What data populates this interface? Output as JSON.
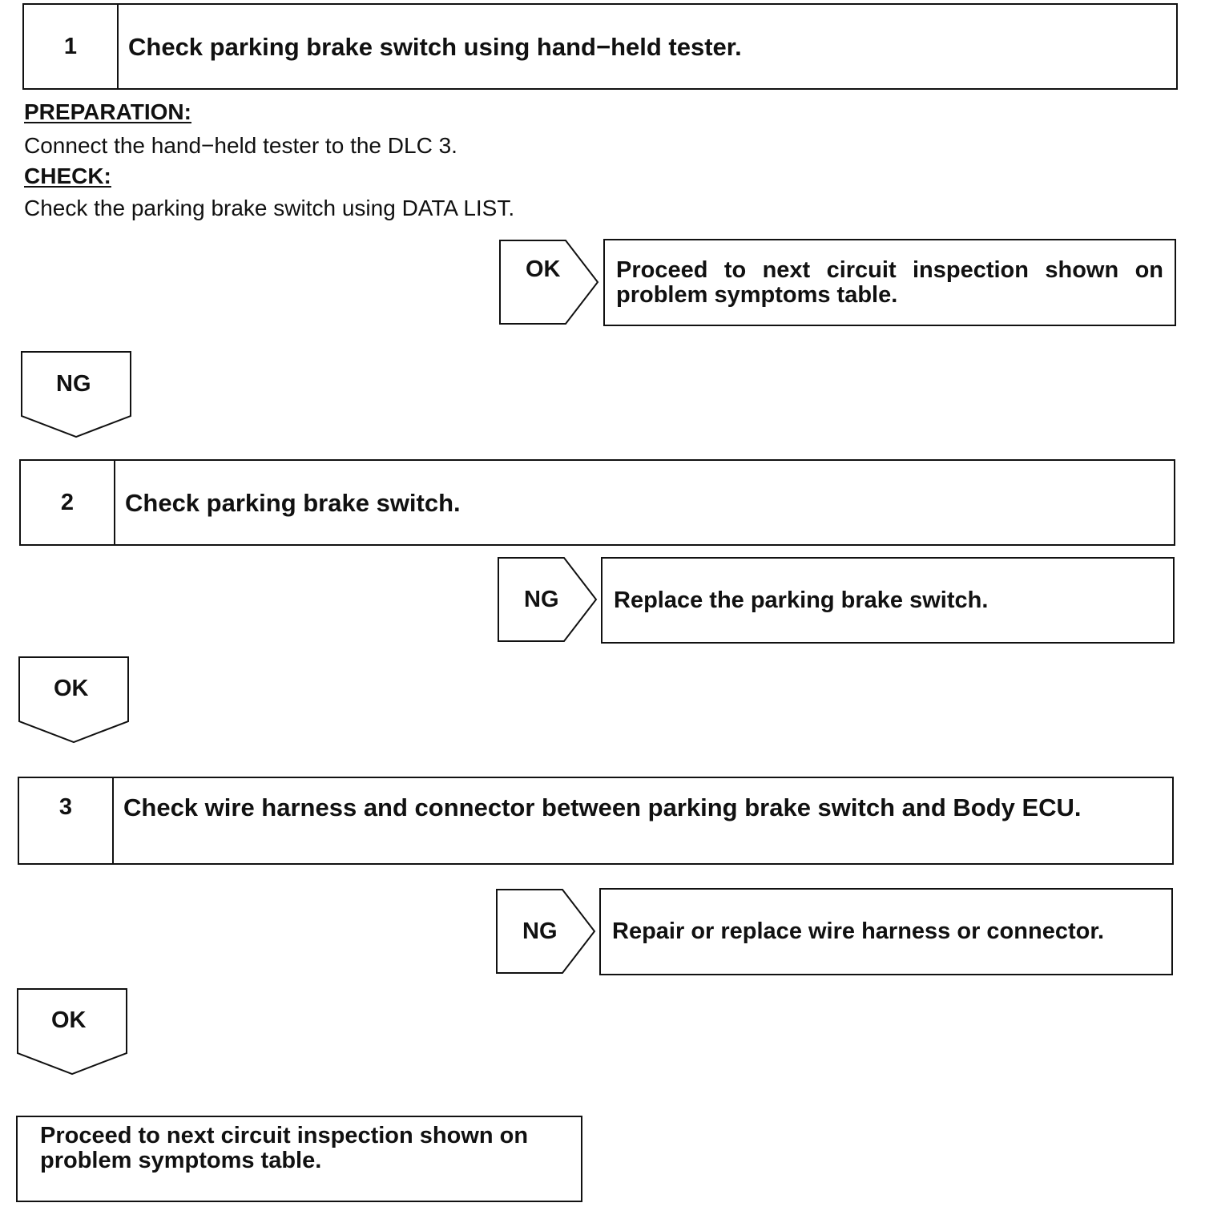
{
  "steps": [
    {
      "number": "1",
      "title": "Check parking brake switch using hand−held tester."
    },
    {
      "number": "2",
      "title": "Check parking brake switch."
    },
    {
      "number": "3",
      "title": "Check wire harness and connector between parking brake switch and Body ECU."
    }
  ],
  "step1_details": {
    "preparation_label": "PREPARATION:",
    "preparation_text": "Connect the hand−held tester to the DLC 3.",
    "check_label": "CHECK:",
    "check_text": "Check the parking brake switch using DATA LIST."
  },
  "branches": {
    "step1_ok": {
      "label": "OK",
      "result": "Proceed to next circuit inspection shown on problem symptoms table."
    },
    "step1_ng": {
      "label": "NG"
    },
    "step2_ng": {
      "label": "NG",
      "result": "Replace the parking brake switch."
    },
    "step2_ok": {
      "label": "OK"
    },
    "step3_ng": {
      "label": "NG",
      "result": "Repair or replace wire harness or connector."
    },
    "step3_ok": {
      "label": "OK"
    }
  },
  "final": {
    "text": "Proceed to next circuit inspection shown on problem symptoms table."
  }
}
